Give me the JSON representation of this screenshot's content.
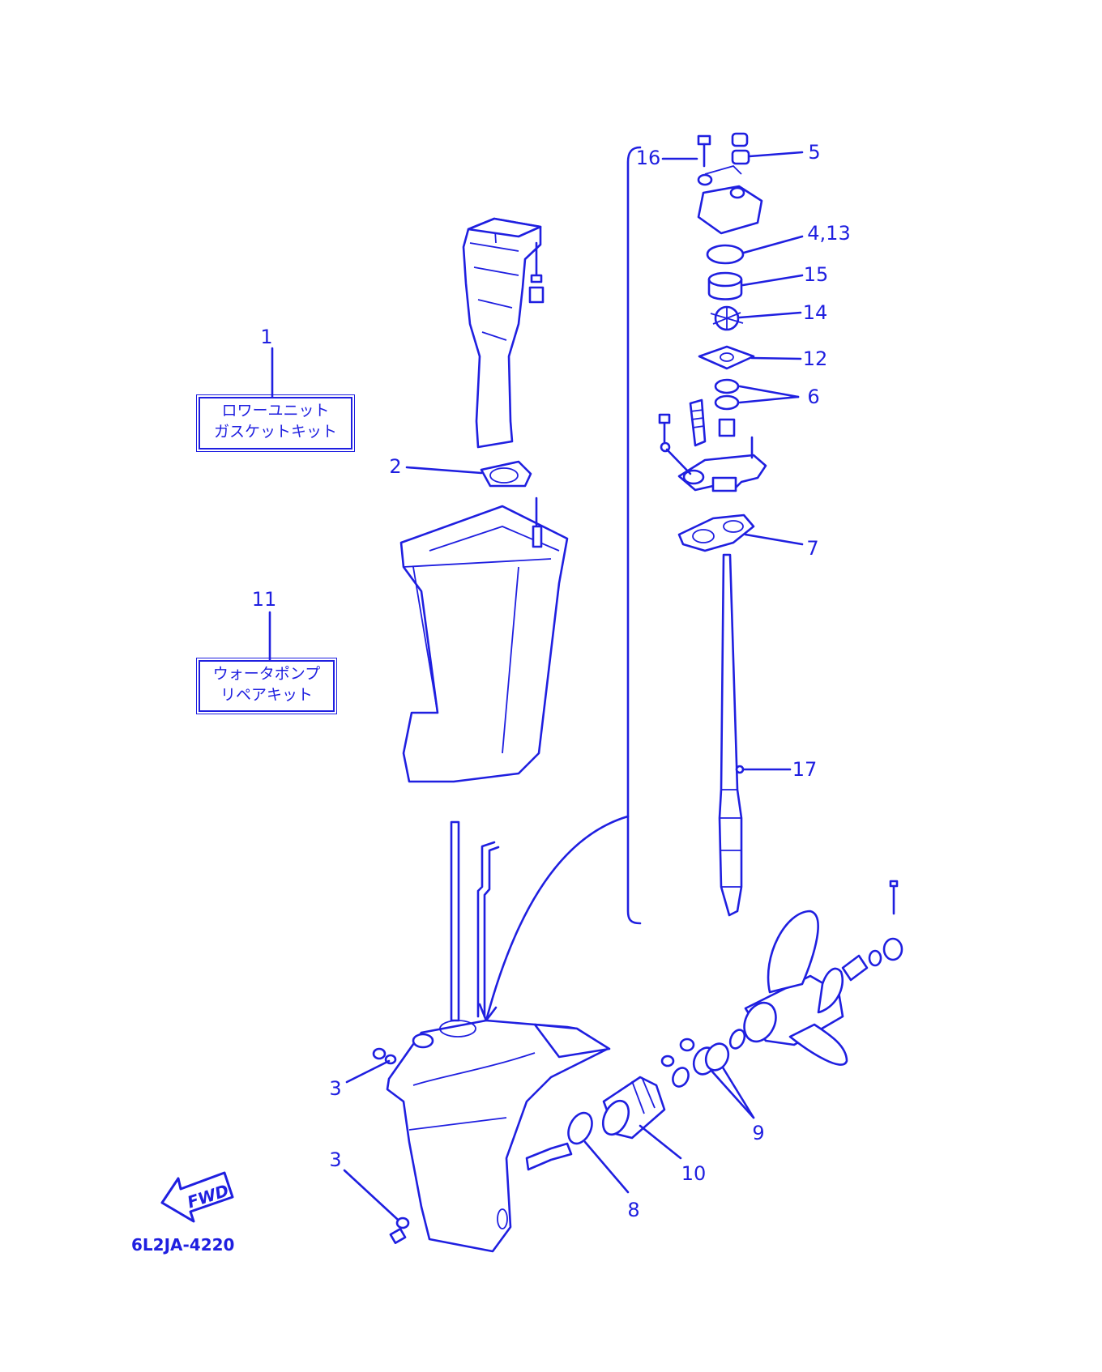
{
  "kits": {
    "lower_unit_gasket_kit": {
      "number": "1",
      "line1": "ロワーユニット",
      "line2": "ガスケットキット"
    },
    "water_pump_repair_kit": {
      "number": "11",
      "line1": "ウォータポンプ",
      "line2": "リペアキット"
    }
  },
  "callouts": {
    "c2": "2",
    "c3a": "3",
    "c3b": "3",
    "c4_13": "4,13",
    "c5": "5",
    "c6": "6",
    "c7": "7",
    "c8": "8",
    "c9": "9",
    "c10": "10",
    "c12": "12",
    "c14": "14",
    "c15": "15",
    "c16": "16",
    "c17": "17"
  },
  "fwd_label": "FWD",
  "drawing_code": "6L2JA-4220",
  "line_color": "#1f1fe0"
}
